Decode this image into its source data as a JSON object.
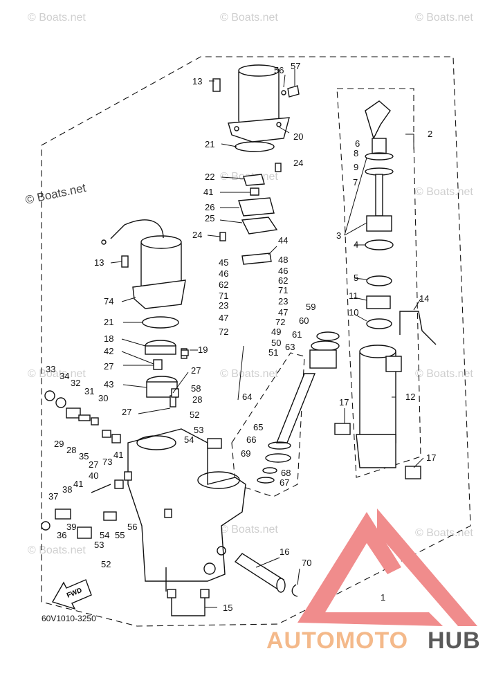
{
  "watermark": {
    "corner_text": "© Boats.net",
    "mark_text": "© Boats.net"
  },
  "drawing_code": "60V1010-3250",
  "fwd_label": "FWD",
  "brand": {
    "part1": "AUTOMOTO",
    "part2": "HUB"
  },
  "labels": {
    "l1": "1",
    "l2": "2",
    "l3": "3",
    "l4": "4",
    "l5": "5",
    "l6": "6",
    "l7": "7",
    "l8": "8",
    "l9": "9",
    "l10": "10",
    "l11": "11",
    "l12": "12",
    "l13a": "13",
    "l13b": "13",
    "l14": "14",
    "l15": "15",
    "l16": "16",
    "l17a": "17",
    "l17b": "17",
    "l18": "18",
    "l19": "19",
    "l20": "20",
    "l21a": "21",
    "l21b": "21",
    "l22": "22",
    "l23a": "23",
    "l23b": "23",
    "l24a": "24",
    "l24b": "24",
    "l25": "25",
    "l26": "26",
    "l27a": "27",
    "l27b": "27",
    "l27c": "27",
    "l27d": "27",
    "l28a": "28",
    "l28b": "28",
    "l29": "29",
    "l30": "30",
    "l31": "31",
    "l32": "32",
    "l33": "33",
    "l34": "34",
    "l35": "35",
    "l36": "36",
    "l37": "37",
    "l38": "38",
    "l39": "39",
    "l40": "40",
    "l41a": "41",
    "l41b": "41",
    "l41c": "41",
    "l42": "42",
    "l43": "43",
    "l44": "44",
    "l45": "45",
    "l46a": "46",
    "l46b": "46",
    "l47a": "47",
    "l47b": "47",
    "l48": "48",
    "l49": "49",
    "l50": "50",
    "l51": "51",
    "l52a": "52",
    "l52b": "52",
    "l53a": "53",
    "l53b": "53",
    "l54a": "54",
    "l54b": "54",
    "l55": "55",
    "l56a": "56",
    "l56b": "56",
    "l57": "57",
    "l58": "58",
    "l59": "59",
    "l60": "60",
    "l61": "61",
    "l62a": "62",
    "l62b": "62",
    "l63": "63",
    "l64": "64",
    "l65": "65",
    "l66": "66",
    "l67": "67",
    "l68": "68",
    "l69": "69",
    "l70": "70",
    "l71a": "71",
    "l71b": "71",
    "l72a": "72",
    "l72b": "72",
    "l73": "73",
    "l74": "74"
  },
  "colors": {
    "logo_red": "#f08c8c",
    "logo_orange": "#f4b98a",
    "logo_grey": "#5a5a5a"
  }
}
